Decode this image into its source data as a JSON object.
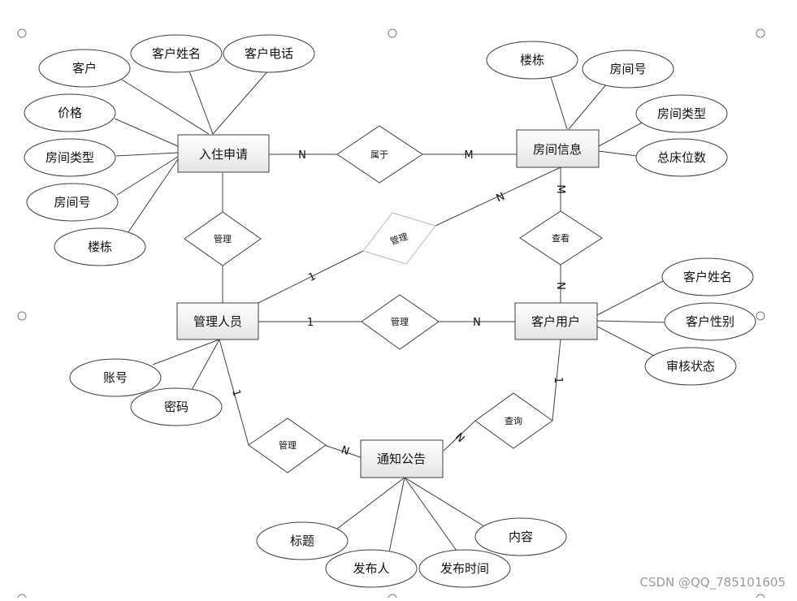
{
  "entities": {
    "checkin": "入住申请",
    "room": "房间信息",
    "admin": "管理人员",
    "customer": "客户用户",
    "notice": "通知公告"
  },
  "relationships": {
    "belongs": "属于",
    "manage_checkin": "管理",
    "manage_room": "管理",
    "view": "查看",
    "manage_customer": "管理",
    "query": "查询",
    "manage_notice": "管理"
  },
  "attributes": {
    "checkin": [
      "客户",
      "客户姓名",
      "客户电话",
      "价格",
      "房间类型",
      "房间号",
      "楼栋"
    ],
    "room": [
      "楼栋",
      "房间号",
      "房间类型",
      "总床位数"
    ],
    "customer": [
      "客户姓名",
      "客户性别",
      "审核状态"
    ],
    "admin": [
      "账号",
      "密码"
    ],
    "notice": [
      "标题",
      "发布人",
      "发布时间",
      "内容"
    ]
  },
  "cardinalities": {
    "checkin_belongs": "N",
    "belongs_room": "M",
    "room_manage": "N",
    "manage_admin": "1",
    "room_view": "M",
    "view_customer": "N",
    "admin_manage": "1",
    "manage_customer": "N",
    "customer_query": "1",
    "query_notice": "N",
    "admin_manage_notice": "1",
    "manage_notice_notice": "N"
  },
  "watermark": "CSDN @QQ_785101605",
  "colors": {
    "entity_fill": "#f1f1f1",
    "shape_stroke": "#404040",
    "faded_stroke": "#b8b8b8",
    "handle_stroke": "#7a7a7a"
  }
}
